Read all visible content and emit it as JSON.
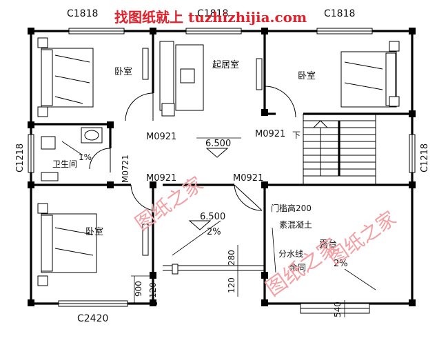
{
  "banner": {
    "text": "找图纸就上 tuzhizhijia.com",
    "color": "#e0202a"
  },
  "watermarks": [
    {
      "text": "图纸之家",
      "color": "#f2a0a4"
    },
    {
      "text": "图纸之家",
      "color": "#f2a0a4"
    },
    {
      "text": "图纸之家",
      "color": "#f2a0a4"
    }
  ],
  "windows": {
    "top_left": "C1818",
    "top_mid": "C1818",
    "top_right": "C1818",
    "left_bath": "C1218",
    "right_stair": "C1218",
    "bottom": "C2420"
  },
  "rooms": {
    "bed_top_left": "卧室",
    "living": "起居室",
    "bed_top_right": "卧室",
    "bathroom": "卫生间",
    "bed_bottom_left": "卧室",
    "terrace": "露台"
  },
  "doors": {
    "d1": "M0921",
    "d2": "M0921",
    "d3": "M0921",
    "d4": "M0921",
    "d5": "M0721"
  },
  "levels": {
    "living": "6.500",
    "hall": "6.500"
  },
  "slopes": {
    "bath": "1%",
    "hall": "2%",
    "terrace": "2%"
  },
  "stair": {
    "down": "下"
  },
  "notes": {
    "sill": "门槛高200",
    "concrete": "素混凝土",
    "divide": "分水线",
    "same": "余同"
  },
  "dims": {
    "d900": "900",
    "d120a": "120",
    "d280": "280",
    "d120b": "120",
    "d540": "540"
  }
}
